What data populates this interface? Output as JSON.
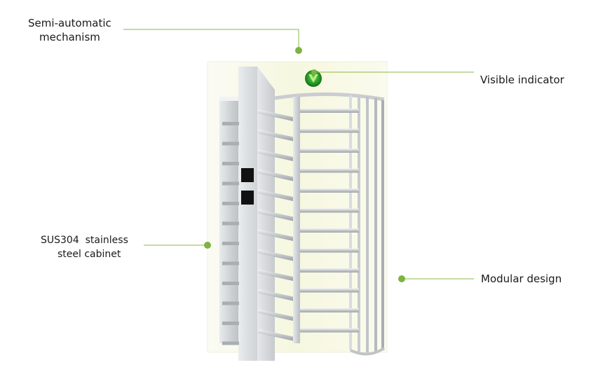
{
  "callouts": {
    "semi_automatic": {
      "line1": "Semi-automatic",
      "line2": "mechanism"
    },
    "visible_indicator": {
      "text": "Visible indicator"
    },
    "cabinet": {
      "line1": "SUS304  stainless",
      "line2": "steel cabinet"
    },
    "modular": {
      "text": "Modular design"
    }
  },
  "colors": {
    "callout_line": "#8ab84a",
    "callout_dot": "#7cb342",
    "steel": "#d2d6d9",
    "steel_light": "#eef0f1",
    "steel_dark": "#a9aeb2",
    "frame_glow": "#f8f9e6",
    "indicator": "#2e9e2e",
    "reader": "#111111"
  },
  "icons": [
    "green-arrow-indicator-icon",
    "card-reader-icon"
  ]
}
